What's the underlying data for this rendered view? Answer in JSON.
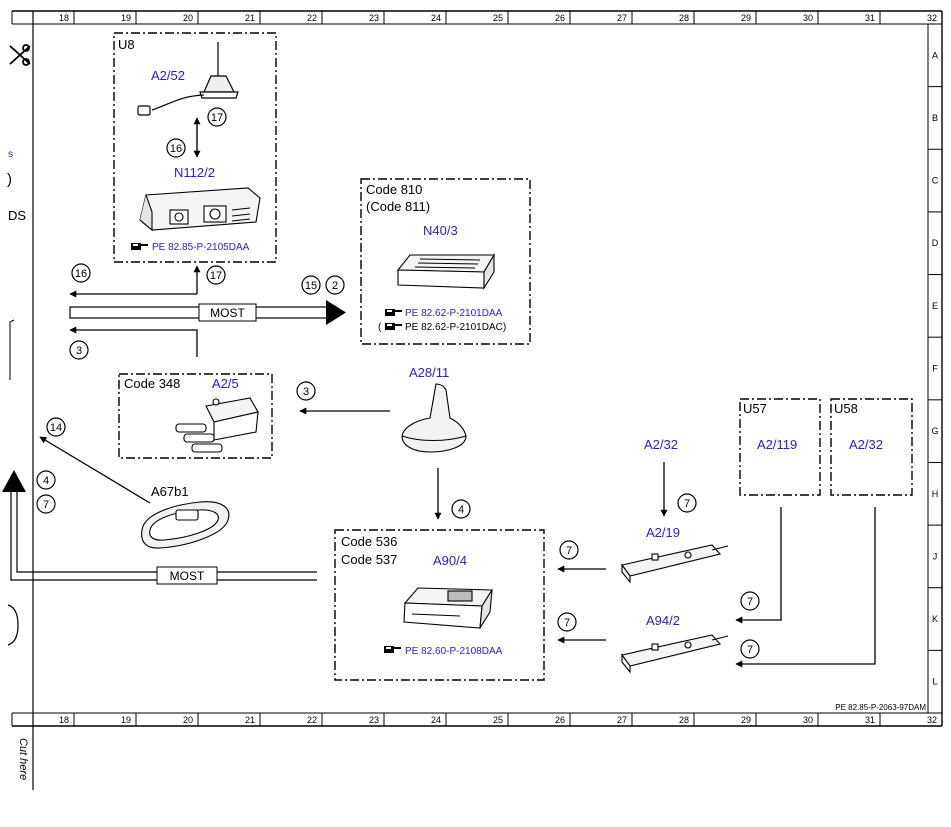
{
  "colors": {
    "link_blue": "#2b1bd6",
    "line": "#000000",
    "background": "#ffffff"
  },
  "ruler": {
    "columns": [
      "18",
      "19",
      "20",
      "21",
      "22",
      "23",
      "24",
      "25",
      "26",
      "27",
      "28",
      "29",
      "30",
      "31",
      "32"
    ],
    "rows": [
      "A",
      "B",
      "C",
      "D",
      "E",
      "F",
      "G",
      "H",
      "J",
      "K",
      "L"
    ]
  },
  "margin": {
    "scissors_icon": "scissors-icon",
    "cut_here": "Cut here",
    "fragment_ds": "DS",
    "fragment_s": "s",
    "fragment_paren": ")"
  },
  "groups": {
    "u8": {
      "label": "U8",
      "antenna": "A2/52",
      "tuner": "N112/2",
      "ref": "PE 82.85-P-2105DAA"
    },
    "code810": {
      "code": "Code 810",
      "code_alt": "(Code 811)",
      "component": "N40/3",
      "ref": "PE 82.62-P-2101DAA",
      "ref_alt_open": "(",
      "ref_alt": "PE 82.62-P-2101DAC)"
    },
    "code348": {
      "code": "Code 348",
      "component": "A2/5"
    },
    "code536": {
      "code": "Code 536",
      "code_alt": "Code 537",
      "component": "A90/4",
      "ref": "PE 82.60-P-2108DAA"
    },
    "u57": {
      "label": "U57",
      "component": "A2/119"
    },
    "u58": {
      "label": "U58",
      "component": "A2/32"
    }
  },
  "components": {
    "a28_11": "A28/11",
    "a67b1": "A67b1",
    "a2_32": "A2/32",
    "a2_19": "A2/19",
    "a94_2": "A94/2"
  },
  "bus": {
    "most_top": "MOST",
    "most_bottom": "MOST"
  },
  "markers": {
    "u8_17": "17",
    "u8_16": "16",
    "left_16": "16",
    "mid_17": "17",
    "most_15": "15",
    "most_2": "2",
    "left_3": "3",
    "a28_3": "3",
    "a28_4": "4",
    "left_14": "14",
    "left_4": "4",
    "left_7": "7",
    "a232_7": "7",
    "a219_7": "7",
    "a942_7": "7",
    "u57_7": "7",
    "u58_7": "7"
  },
  "ref_icon": "pointing-hand-reference-icon",
  "footer_code": "PE 82.85-P-2063-97DAM"
}
